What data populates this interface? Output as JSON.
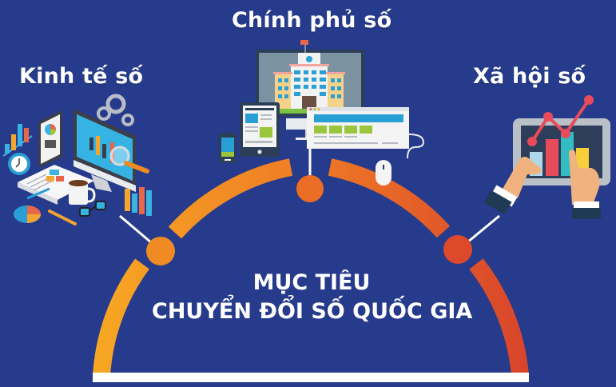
{
  "colors": {
    "background": "#263b8b",
    "arc_start": "#f6a623",
    "arc_mid": "#ef7c27",
    "arc_end": "#d9452b",
    "node_left": "#f08a23",
    "node_top": "#ec6d26",
    "node_right": "#dd4a2b",
    "text": "#ffffff"
  },
  "pillars": [
    {
      "id": "digital-economy",
      "label": "Kinh tế số",
      "icon": "business-analytics-illustration"
    },
    {
      "id": "digital-government",
      "label": "Chính phủ số",
      "icon": "government-building-devices-illustration"
    },
    {
      "id": "digital-society",
      "label": "Xã hội số",
      "icon": "tablet-chart-hands-illustration"
    }
  ],
  "center": {
    "line1": "MỤC TIÊU",
    "line2": "CHUYỂN ĐỔI SỐ QUỐC GIA"
  }
}
